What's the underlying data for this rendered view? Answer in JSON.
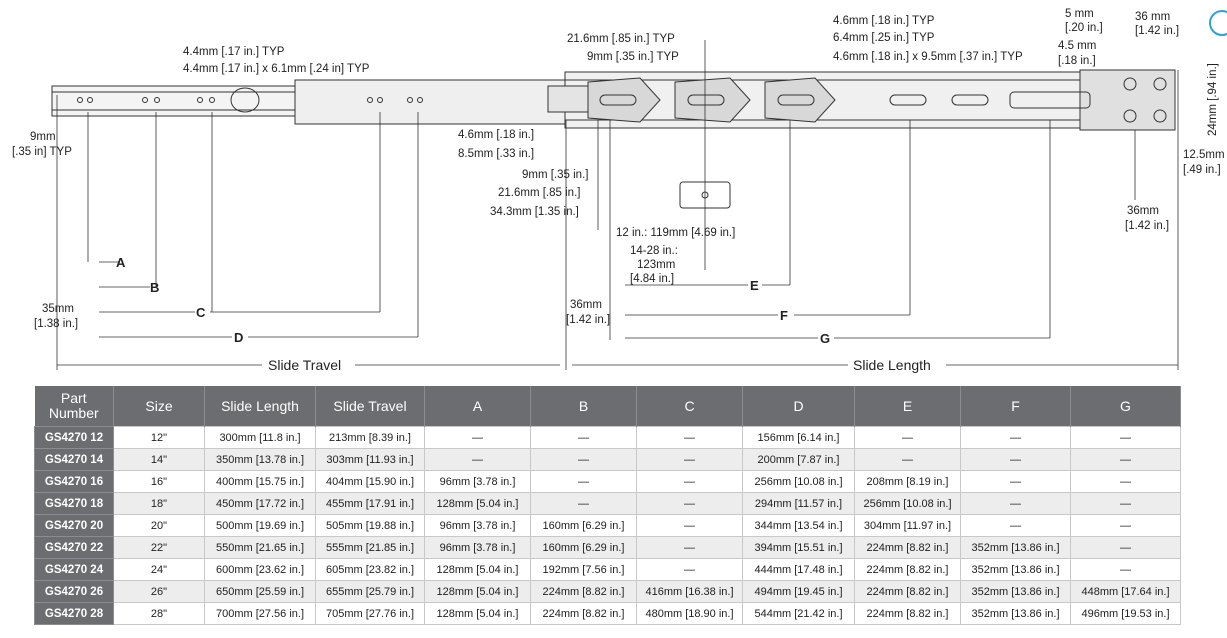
{
  "drawing": {
    "dims_top": [
      "4.4mm [.17 in.] TYP",
      "4.4mm [.17 in.] x 6.1mm [.24 in] TYP",
      "21.6mm [.85 in.] TYP",
      "9mm [.35 in.] TYP",
      "4.6mm [.18 in.] TYP",
      "6.4mm [.25 in.] TYP",
      "4.6mm [.18 in.] x 9.5mm [.37 in.] TYP",
      "5 mm",
      "[.20 in.]",
      "36 mm",
      "[1.42 in.]",
      "4.5 mm",
      "[.18 in.]"
    ],
    "dims_left": [
      "9mm",
      "[.35 in] TYP",
      "35mm",
      "[1.38 in.]"
    ],
    "dims_center": [
      "4.6mm [.18 in.]",
      "8.5mm [.33 in.]",
      "9mm [.35 in.]",
      "21.6mm [.85 in.]",
      "34.3mm [1.35 in.]",
      "12 in.: 119mm [4.69 in.]",
      "14-28 in.:",
      "123mm",
      "[4.84 in.]",
      "36mm",
      "[1.42 in.]"
    ],
    "dims_right": [
      "24mm [.94 in.]",
      "12.5mm",
      "[.49 in.]",
      "36mm",
      "[1.42 in.]"
    ],
    "labels": {
      "a": "A",
      "b": "B",
      "c": "C",
      "d": "D",
      "e": "E",
      "f": "F",
      "g": "G",
      "slide_travel": "Slide Travel",
      "slide_length": "Slide Length"
    }
  },
  "table": {
    "headers": [
      "Part Number",
      "Size",
      "Slide Length",
      "Slide Travel",
      "A",
      "B",
      "C",
      "D",
      "E",
      "F",
      "G"
    ],
    "rows": [
      [
        "GS4270 12",
        "12\"",
        "300mm [11.8 in.]",
        "213mm [8.39 in.]",
        "—",
        "—",
        "—",
        "156mm [6.14 in.]",
        "—",
        "—",
        "—"
      ],
      [
        "GS4270 14",
        "14\"",
        "350mm [13.78 in.]",
        "303mm [11.93 in.]",
        "—",
        "—",
        "—",
        "200mm [7.87 in.]",
        "—",
        "—",
        "—"
      ],
      [
        "GS4270 16",
        "16\"",
        "400mm [15.75 in.]",
        "404mm [15.90 in.]",
        "96mm [3.78 in.]",
        "—",
        "—",
        "256mm [10.08 in.]",
        "208mm [8.19 in.]",
        "—",
        "—"
      ],
      [
        "GS4270 18",
        "18\"",
        "450mm [17.72 in.]",
        "455mm [17.91 in.]",
        "128mm [5.04 in.]",
        "—",
        "—",
        "294mm [11.57 in.]",
        "256mm [10.08 in.]",
        "—",
        "—"
      ],
      [
        "GS4270 20",
        "20\"",
        "500mm [19.69 in.]",
        "505mm [19.88 in.]",
        "96mm [3.78 in.]",
        "160mm [6.29 in.]",
        "—",
        "344mm [13.54 in.]",
        "304mm [11.97 in.]",
        "—",
        "—"
      ],
      [
        "GS4270 22",
        "22\"",
        "550mm [21.65 in.]",
        "555mm [21.85 in.]",
        "96mm [3.78 in.]",
        "160mm [6.29 in.]",
        "—",
        "394mm [15.51 in.]",
        "224mm [8.82 in.]",
        "352mm [13.86 in.]",
        "—"
      ],
      [
        "GS4270 24",
        "24\"",
        "600mm [23.62 in.]",
        "605mm [23.82 in.]",
        "128mm [5.04 in.]",
        "192mm [7.56 in.]",
        "—",
        "444mm [17.48 in.]",
        "224mm [8.82 in.]",
        "352mm [13.86 in.]",
        "—"
      ],
      [
        "GS4270 26",
        "26\"",
        "650mm [25.59 in.]",
        "655mm [25.79 in.]",
        "128mm [5.04 in.]",
        "224mm [8.82 in.]",
        "416mm [16.38 in.]",
        "494mm [19.45 in.]",
        "224mm [8.82 in.]",
        "352mm [13.86 in.]",
        "448mm [17.64 in.]"
      ],
      [
        "GS4270 28",
        "28\"",
        "700mm [27.56 in.]",
        "705mm [27.76 in.]",
        "128mm [5.04 in.]",
        "224mm [8.82 in.]",
        "480mm [18.90 in.]",
        "544mm [21.42 in.]",
        "224mm [8.82 in.]",
        "352mm [13.86 in.]",
        "496mm [19.53 in.]"
      ]
    ]
  },
  "colors": {
    "header_bg": "#6b6d70",
    "row_alt": "#ededed",
    "accent": "#2aa3d8"
  }
}
